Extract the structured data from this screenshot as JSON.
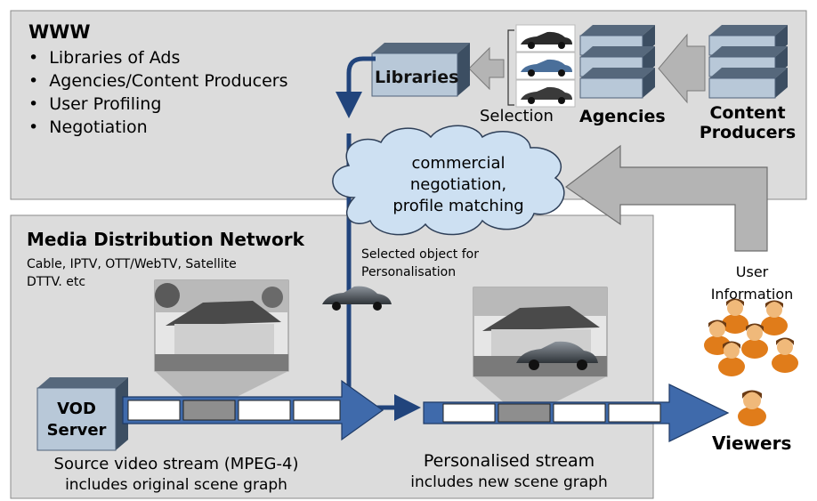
{
  "www": {
    "title": "WWW",
    "bullets": [
      "Libraries of Ads",
      "Agencies/Content Producers",
      "User Profiling",
      "Negotiation"
    ]
  },
  "libraries_label": "Libraries",
  "selection_label": "Selection",
  "agencies_label": "Agencies",
  "content_producers_label": [
    "Content",
    "Producers"
  ],
  "cloud_text": [
    "commercial",
    "negotiation,",
    "profile matching"
  ],
  "mdn": {
    "title": "Media Distribution Network",
    "subtitle": [
      "Cable, IPTV, OTT/WebTV, Satellite",
      "DTTV. etc"
    ]
  },
  "selected_object_label": [
    "Selected object for",
    "Personalisation"
  ],
  "user_information_label": [
    "User",
    "Information"
  ],
  "vod_server_label": [
    "VOD",
    "Server"
  ],
  "source_stream_label": [
    "Source video stream (MPEG-4)",
    "includes original scene graph"
  ],
  "personalised_stream_label": [
    "Personalised stream",
    "includes new scene graph"
  ],
  "viewers_label": "Viewers",
  "colors": {
    "panel_fill": "#dcdcdc",
    "stack_light": "#b8c8d8",
    "stack_dark": "#3c4e62",
    "flow_arrow": "#21447c",
    "stream_arrow": "#3f6aab",
    "cloud_fill": "#cde0f2",
    "gray_arrow": "#b4b4b4",
    "person_skin": "#f0b97a",
    "person_hair": "#6b3b14"
  }
}
